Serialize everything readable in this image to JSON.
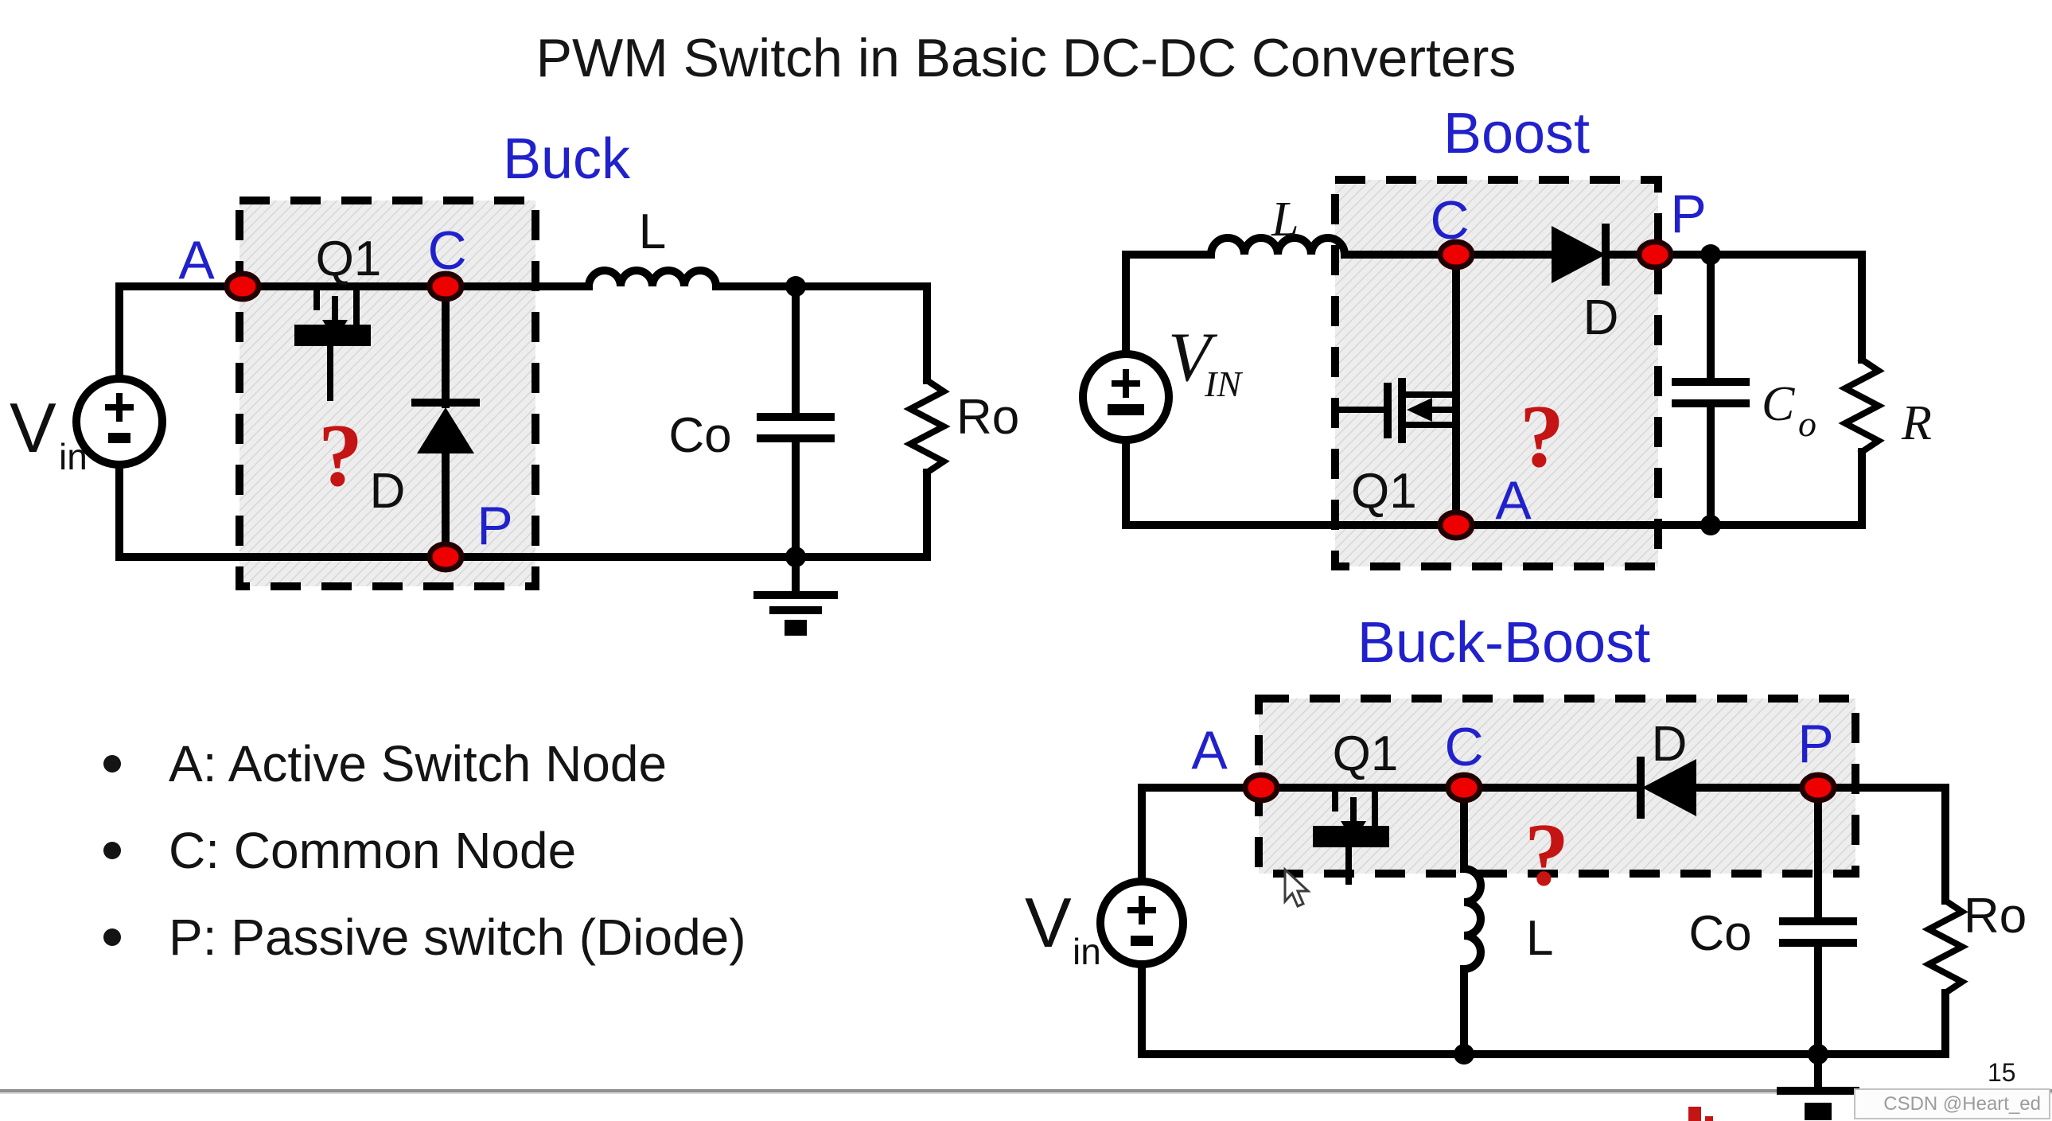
{
  "title": "PWM Switch in Basic DC-DC Converters",
  "colors": {
    "label_blue": "#2121cc",
    "question_red": "#c41414",
    "node_dot_red": "#ee0000",
    "wire_black": "#000000",
    "switch_cell_fill": "#ebebeb"
  },
  "buck": {
    "label": "Buck",
    "node_a": "A",
    "node_c": "C",
    "node_p": "P",
    "transistor": "Q1",
    "diode": "D",
    "question": "?",
    "inductor": "L",
    "capacitor": "Co",
    "resistor": "Ro",
    "source_main": "V",
    "source_sub": "in"
  },
  "boost": {
    "label": "Boost",
    "node_c": "C",
    "node_p": "P",
    "node_a": "A",
    "transistor": "Q1",
    "diode": "D",
    "question": "?",
    "inductor": "L",
    "capacitor_main": "C",
    "capacitor_sub": "o",
    "resistor": "R",
    "source_symbol": "±",
    "source_main": "V",
    "source_sub": "IN"
  },
  "buck_boost": {
    "label": "Buck-Boost",
    "node_a": "A",
    "node_c": "C",
    "node_p": "P",
    "transistor": "Q1",
    "diode": "D",
    "question": "?",
    "inductor": "L",
    "capacitor": "Co",
    "resistor": "Ro",
    "source_main": "V",
    "source_sub": "in"
  },
  "legend": {
    "items": [
      "A: Active Switch Node",
      "C: Common Node",
      "P: Passive switch (Diode)"
    ]
  },
  "footer": {
    "page_number": "15",
    "watermark": "CSDN @Heart_ed"
  }
}
